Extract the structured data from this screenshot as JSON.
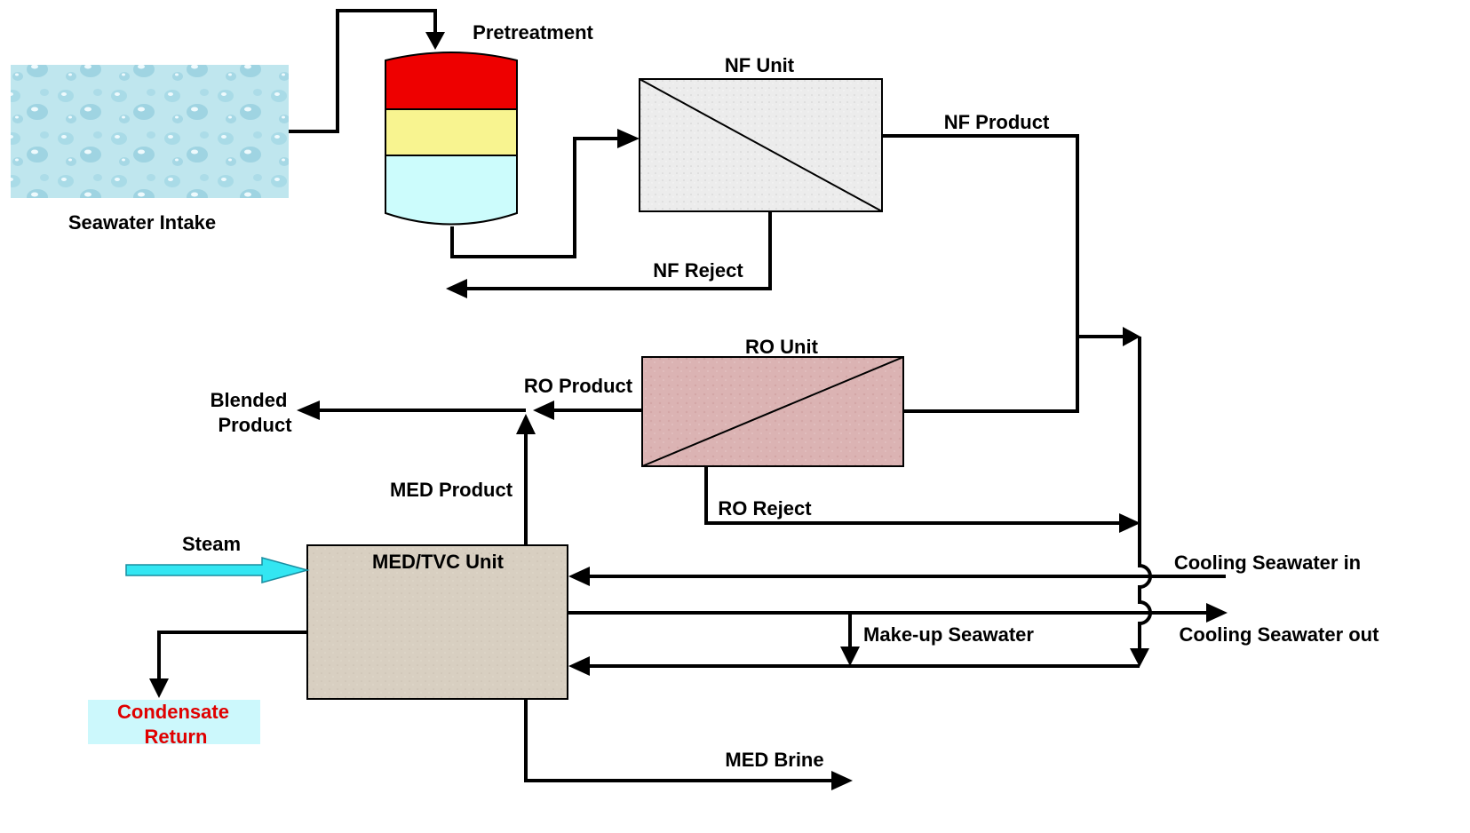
{
  "labels": {
    "seawater_intake": "Seawater Intake",
    "pretreatment": "Pretreatment",
    "nf_unit": "NF Unit",
    "nf_product": "NF Product",
    "nf_reject": "NF Reject",
    "ro_unit": "RO Unit",
    "ro_product": "RO Product",
    "ro_reject": "RO Reject",
    "blended_product_line1": "Blended",
    "blended_product_line2": "Product",
    "med_product": "MED Product",
    "steam": "Steam",
    "med_unit": "MED/TVC Unit",
    "condensate_line1": "Condensate",
    "condensate_line2": "Return",
    "cooling_in": "Cooling Seawater in",
    "cooling_out": "Cooling Seawater out",
    "makeup": "Make-up Seawater",
    "med_brine": "MED Brine"
  },
  "colors": {
    "pretreat_top": "#ee0000",
    "pretreat_mid": "#f8f490",
    "pretreat_bottom": "#ccfcfc",
    "nf_fill": "#ededed",
    "ro_fill": "#dcb4b4",
    "med_fill": "#d8cfc1",
    "seawater_fill": "#bfe6ee",
    "steam_arrow": "#33e6f2",
    "condensate_bg": "#ccf8fc",
    "condensate_text": "#e00000"
  }
}
